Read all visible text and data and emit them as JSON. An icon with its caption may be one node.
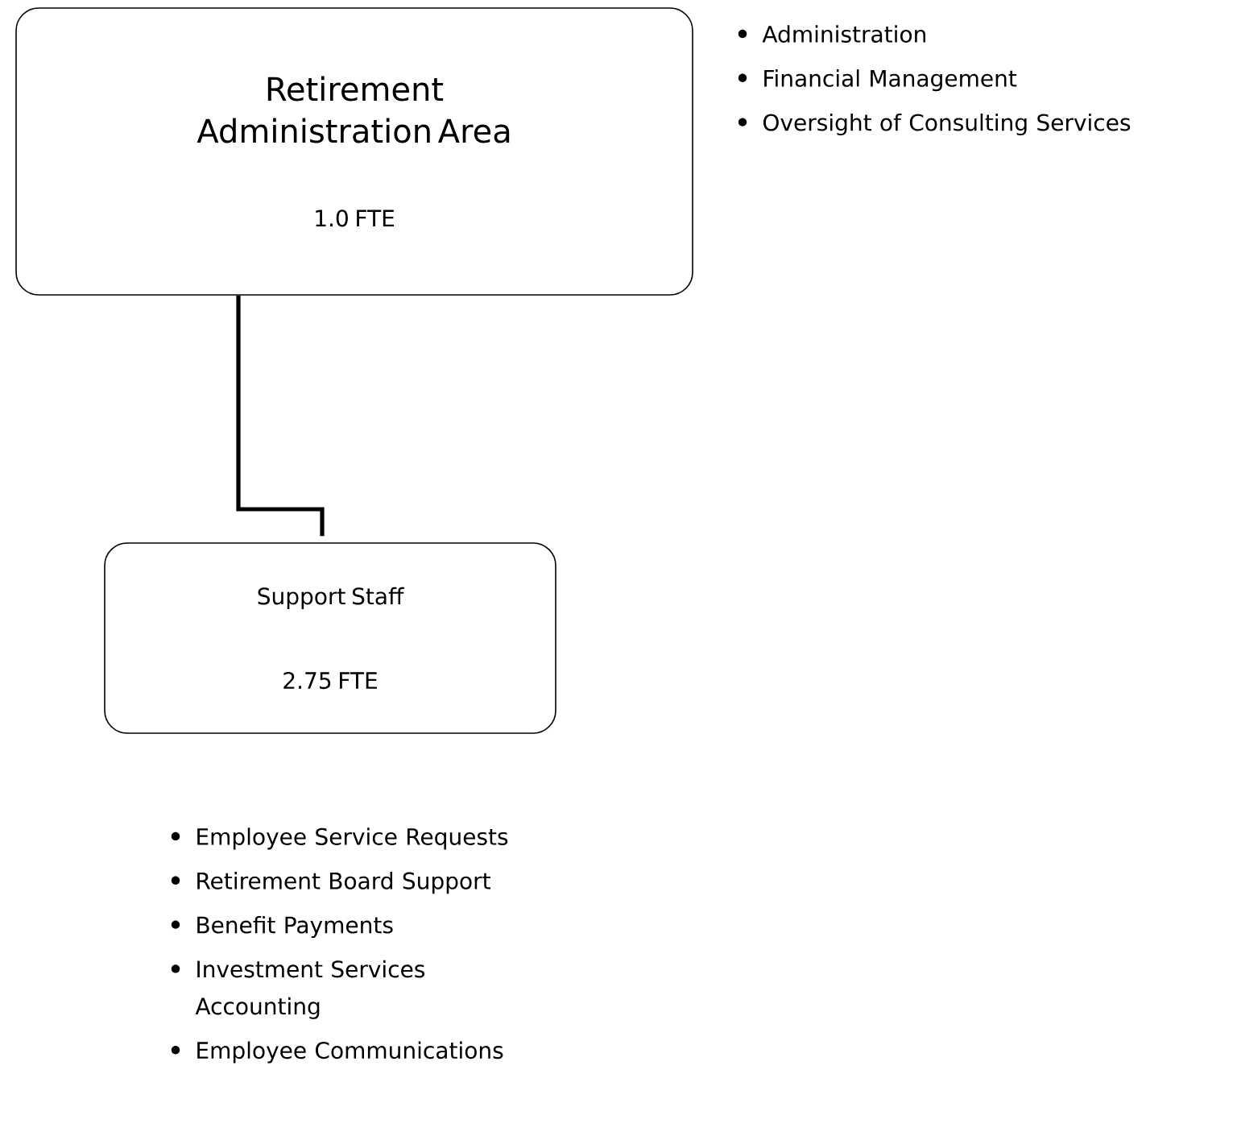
{
  "diagram": {
    "nodes": [
      {
        "text": [
          "Retirement Administration Area",
          "1.0 FTE"
        ],
        "beside": [
          "Administration",
          "Financial Management",
          "Oversight of Consulting Services"
        ]
      },
      {
        "text": [
          "Support Staff",
          "2.75 FTE"
        ],
        "beside": [
          "Employee Service Requests",
          "Retirement Board Support",
          "Benefit Payments",
          "Investment Services Accounting",
          "Employee Communications"
        ]
      }
    ],
    "edges": [
      {
        "from": 0,
        "to": 1,
        "arrow": "none"
      }
    ]
  }
}
